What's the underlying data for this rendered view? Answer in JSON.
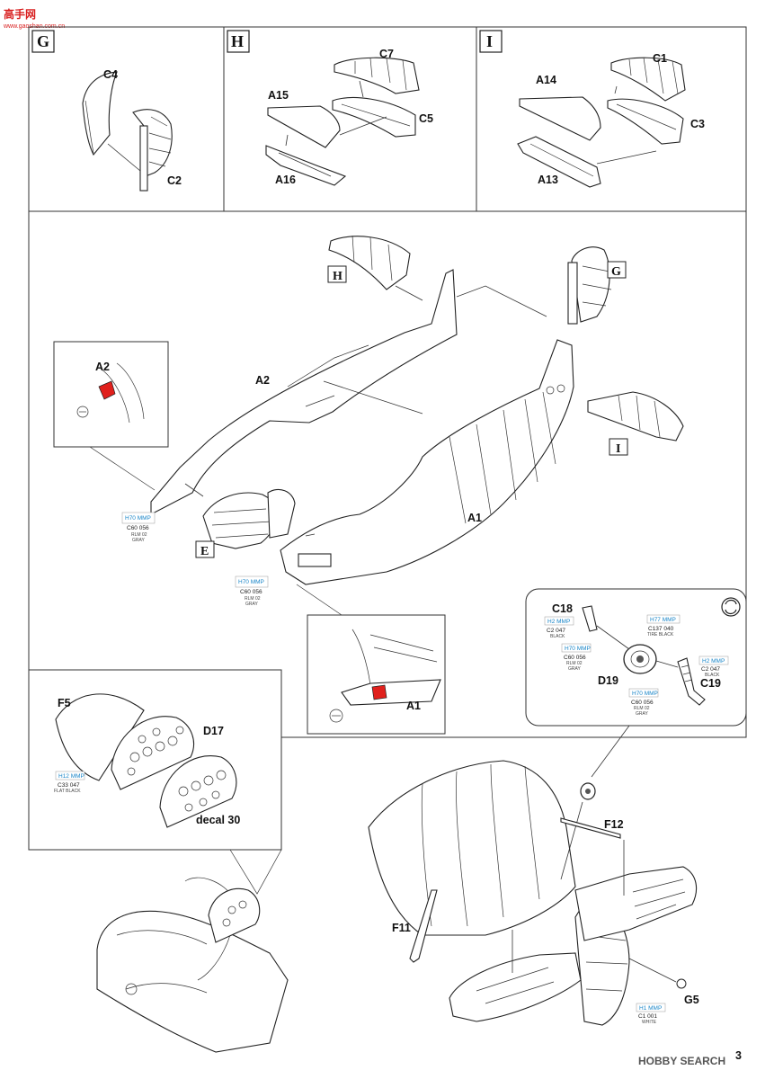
{
  "watermark": {
    "top_brand": "高手网",
    "top_url": "www.gaoshan.com.cn",
    "bottom_brand": "HOBBY SEARCH"
  },
  "page_number": "3",
  "step_letters": {
    "G": "G",
    "H": "H",
    "I": "I",
    "E": "E"
  },
  "parts": {
    "C4": "C4",
    "C2": "C2",
    "C7": "C7",
    "A15": "A15",
    "C5": "C5",
    "A16": "A16",
    "C1": "C1",
    "A14": "A14",
    "C3": "C3",
    "A13": "A13",
    "A2": "A2",
    "A1": "A1",
    "C18": "C18",
    "D19": "D19",
    "C19": "C19",
    "F5": "F5",
    "D17": "D17",
    "decal": "decal 30",
    "F12": "F12",
    "F11": "F11",
    "G5": "G5"
  },
  "callouts": {
    "rlm02_left": {
      "top": "H70  MMP",
      "codes": "C60   056",
      "sub1": "RLM 02",
      "sub2": "GRAY"
    },
    "rlm02_mid": {
      "top": "H70  MMP",
      "codes": "C60   056",
      "sub1": "RLM 02",
      "sub2": "GRAY"
    },
    "flat_black": {
      "top": "H12  MMP",
      "codes": "C33   047",
      "sub1": "FLAT BLACK"
    },
    "black_c18": {
      "top": "H2   MMP",
      "codes": "C2    047",
      "sub1": "BLACK"
    },
    "rlm02_c18": {
      "top": "H70  MMP",
      "codes": "C60   056",
      "sub1": "RLM 02",
      "sub2": "GRAY"
    },
    "tire_black": {
      "top": "H77  MMP",
      "codes": "C137  040",
      "sub1": "TIRE BLACK"
    },
    "black_c19": {
      "top": "H2   MMP",
      "codes": "C2    047",
      "sub1": "BLACK"
    },
    "rlm02_c19": {
      "top": "H70  MMP",
      "codes": "C60   056",
      "sub1": "RLM 02",
      "sub2": "GRAY"
    },
    "white_g5": {
      "top": "H1   MMP",
      "codes": "C1    001",
      "sub1": "WHITE"
    }
  },
  "colors": {
    "callout_blue": "#1a86c8",
    "callout_green": "#1e9a3c",
    "highlight_red": "#e0201c",
    "watermark_red": "#d81e1e"
  }
}
